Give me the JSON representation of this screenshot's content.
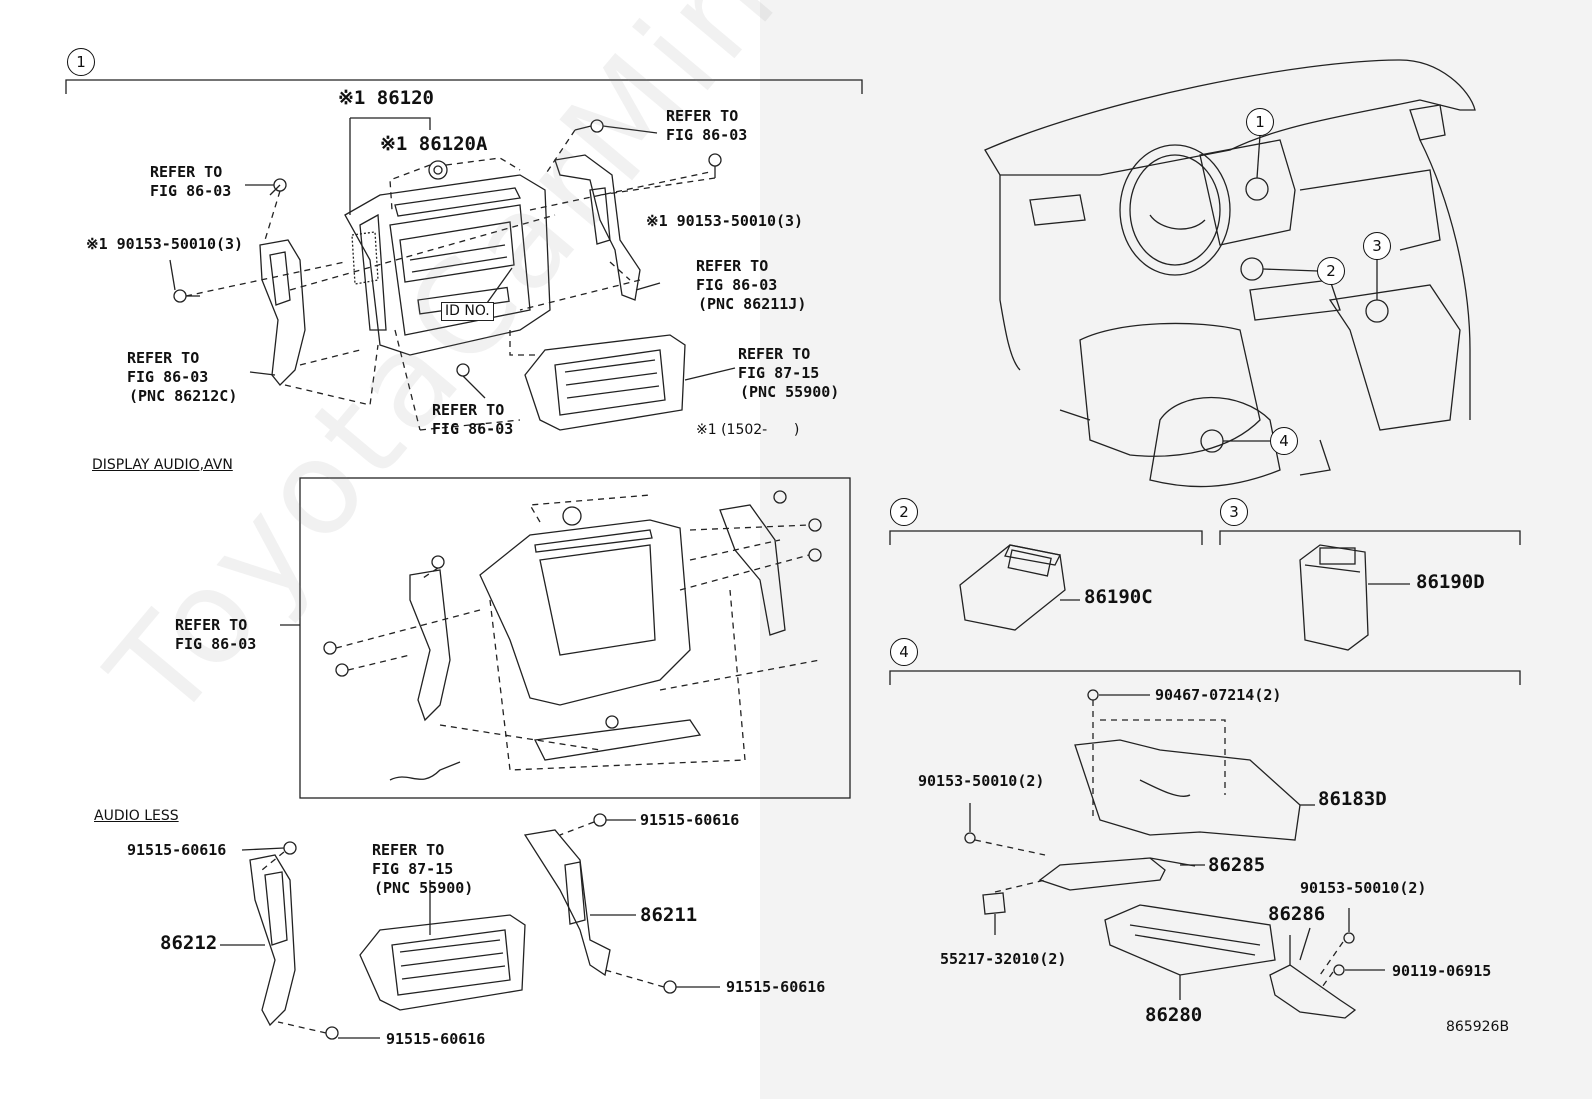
{
  "watermark": "ToyotaCarMiner.ru",
  "section_numbers": {
    "s1": "1",
    "s2": "2",
    "s3": "3",
    "s4": "4",
    "loc1": "1",
    "loc2": "2",
    "loc3": "3",
    "loc4": "4"
  },
  "headings": {
    "display_audio": "DISPLAY AUDIO,AVN",
    "audio_less": "AUDIO LESS"
  },
  "section1": {
    "p86120": "※1 86120",
    "p86120a": "※1 86120A",
    "refer_tl": [
      "REFER TO",
      "FIG 86-03"
    ],
    "refer_tr": [
      "REFER TO",
      "FIG 86-03"
    ],
    "bolt_left": "※1 90153-50010(3)",
    "bolt_right": "※1 90153-50010(3)",
    "refer_r_pnc": [
      "REFER TO",
      "FIG 86-03",
      "(PNC 86211J)"
    ],
    "id_no": "ID NO.",
    "refer_l_pnc": [
      "REFER TO",
      "FIG 86-03",
      "(PNC 86212C)"
    ],
    "refer_bottom": [
      "REFER TO",
      "FIG 86-03"
    ],
    "refer_8715": [
      "REFER TO",
      "FIG 87-15",
      "(PNC 55900)"
    ],
    "note": "※1 (1502-      )"
  },
  "display_audio": {
    "refer": [
      "REFER TO",
      "FIG 86-03"
    ]
  },
  "audio_less": {
    "bolt_tl": "91515-60616",
    "bolt_tr": "91515-60616",
    "refer_8715": [
      "REFER TO",
      "FIG 87-15",
      "(PNC 55900)"
    ],
    "p86212": "86212",
    "p86211": "86211",
    "bolt_br": "91515-60616",
    "bolt_bl": "91515-60616"
  },
  "section2": {
    "part": "86190C"
  },
  "section3": {
    "part": "86190D"
  },
  "section4": {
    "bolt_top": "90467-07214(2)",
    "bolt_left": "90153-50010(2)",
    "p86183d": "86183D",
    "p86285": "86285",
    "bolt_right": "90153-50010(2)",
    "p86286": "86286",
    "clip": "55217-32010(2)",
    "bolt_90119": "90119-06915",
    "p86280": "86280"
  },
  "figure_id": "865926B"
}
